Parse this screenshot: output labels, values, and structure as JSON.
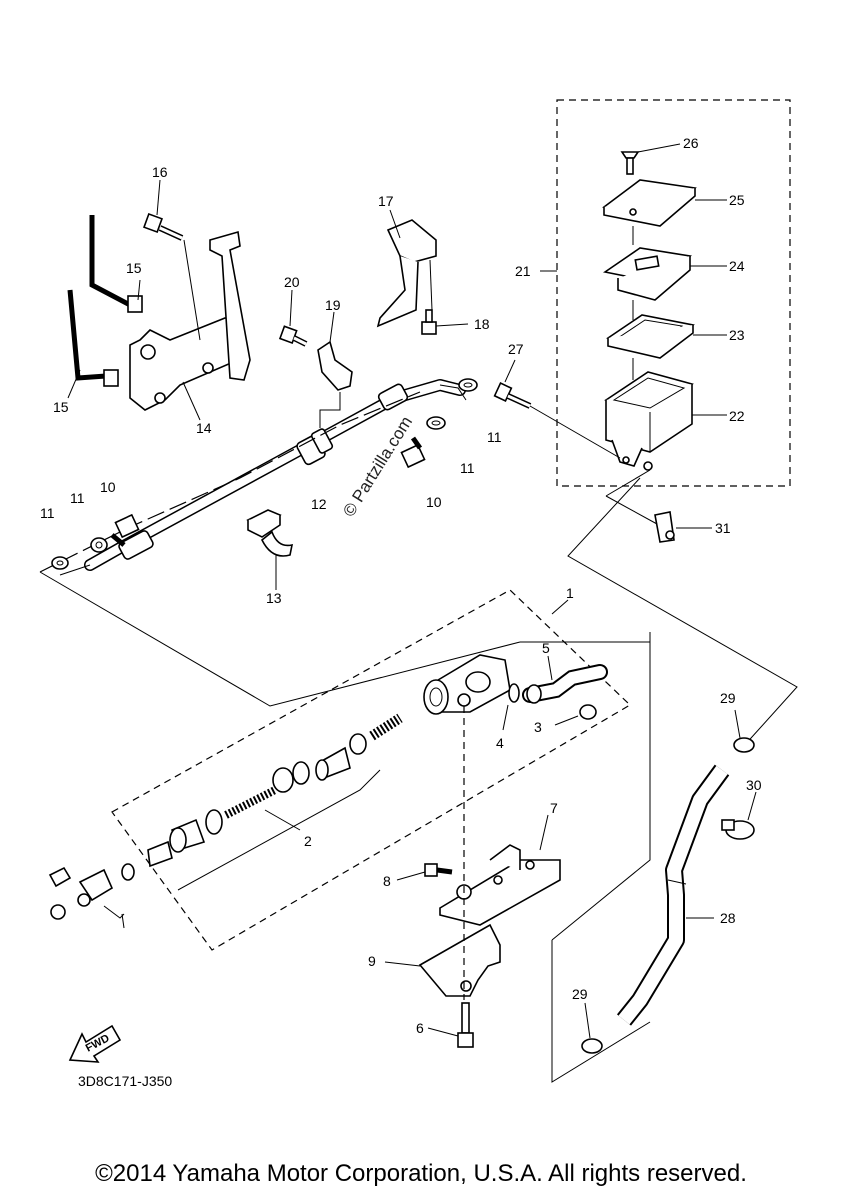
{
  "diagram": {
    "part_labels": {
      "p1": "1",
      "p2": "2",
      "p3": "3",
      "p4": "4",
      "p5": "5",
      "p6": "6",
      "p7": "7",
      "p8": "8",
      "p9": "9",
      "p10a": "10",
      "p10b": "10",
      "p11a": "11",
      "p11b": "11",
      "p11c": "11",
      "p11d": "11",
      "p12": "12",
      "p13": "13",
      "p14": "14",
      "p15a": "15",
      "p15b": "15",
      "p16": "16",
      "p17": "17",
      "p18": "18",
      "p19": "19",
      "p20": "20",
      "p21": "21",
      "p22": "22",
      "p23": "23",
      "p24": "24",
      "p25": "25",
      "p26": "26",
      "p27": "27",
      "p28": "28",
      "p29a": "29",
      "p29b": "29",
      "p30": "30",
      "p31": "31"
    },
    "drawing_code": "3D8C171-J350",
    "fwd_label": "FWD",
    "watermark": "© Partzilla.com",
    "copyright": "©2014 Yamaha Motor Corporation, U.S.A. All rights reserved."
  }
}
